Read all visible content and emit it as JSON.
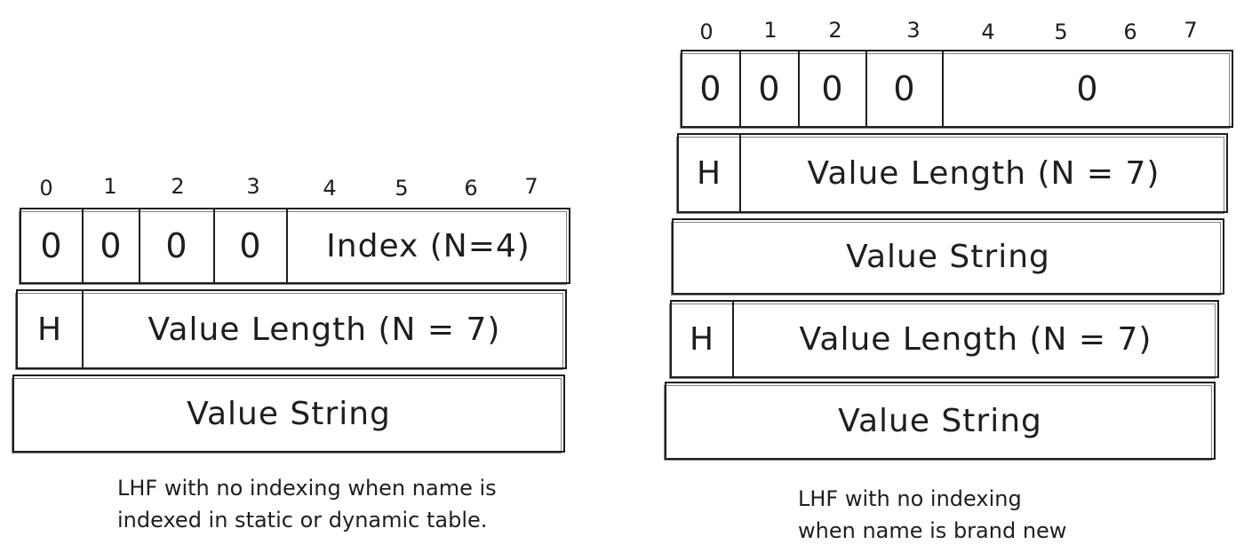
{
  "left": {
    "bit_labels": [
      "0",
      "1",
      "2",
      "3",
      "4",
      "5",
      "6",
      "7"
    ],
    "row1": {
      "bits": [
        "0",
        "0",
        "0",
        "0"
      ],
      "field": "Index (N=4)"
    },
    "row2": {
      "flag": "H",
      "field": "Value Length (N = 7)"
    },
    "row3": {
      "field": "Value String"
    },
    "caption": [
      "LHF with no indexing when name is",
      "indexed in static or dynamic table."
    ]
  },
  "right": {
    "bit_labels": [
      "0",
      "1",
      "2",
      "3",
      "4",
      "5",
      "6",
      "7"
    ],
    "row1": {
      "bits": [
        "0",
        "0",
        "0",
        "0"
      ],
      "field": "0"
    },
    "row2": {
      "flag": "H",
      "field": "Value Length (N = 7)"
    },
    "row3": {
      "field": "Value String"
    },
    "row4": {
      "flag": "H",
      "field": "Value Length (N = 7)"
    },
    "row5": {
      "field": "Value String"
    },
    "caption": [
      "LHF with no indexing",
      "when name is brand new"
    ]
  }
}
